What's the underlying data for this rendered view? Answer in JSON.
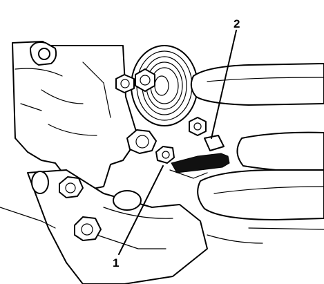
{
  "callouts": [
    {
      "id": "callout-1",
      "label": "1"
    },
    {
      "id": "callout-2",
      "label": "2"
    }
  ],
  "colors": {
    "line": "#000000",
    "background": "#ffffff",
    "component": "#111111"
  }
}
